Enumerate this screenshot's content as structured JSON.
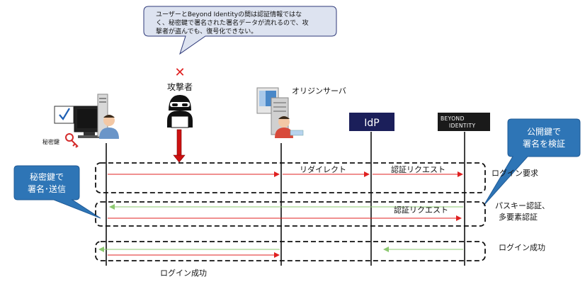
{
  "callout_top": {
    "line1": "ユーザーとBeyond Identityの間は認証情報ではな",
    "line2": "く、秘密鍵で署名された署名データが流れるので、攻",
    "line3": "撃者が盗んでも、復号化できない。"
  },
  "callout_left": {
    "line1": "秘密鍵で",
    "line2": "署名･送信"
  },
  "callout_right": {
    "line1": "公開鍵で",
    "line2": "署名を検証"
  },
  "actors": {
    "user_key_label": "秘密鍵",
    "attacker_mark": "✕",
    "attacker_label": "攻撃者",
    "origin_server_label": "オリジンサーバ",
    "idp_label": "IdP",
    "beyond_identity_line1": "BEYOND",
    "beyond_identity_line2": "IDENTITY"
  },
  "messages": {
    "redirect": "リダイレクト",
    "auth_request_1": "認証リクエスト",
    "auth_request_2": "認証リクエスト",
    "login_success_bottom": "ログイン成功"
  },
  "phases": {
    "login_request": "ログイン要求",
    "passkey_line1": "パスキー認証、",
    "passkey_line2": "多要素認証",
    "login_success": "ログイン成功"
  },
  "colors": {
    "request_arrow": "#e02020",
    "response_arrow": "#8cc870",
    "callout_fill": "#2e75b6",
    "callout_top_fill": "#dde3f0",
    "idp_fill": "#1b1f5a",
    "bi_fill": "#1a1a1a"
  }
}
